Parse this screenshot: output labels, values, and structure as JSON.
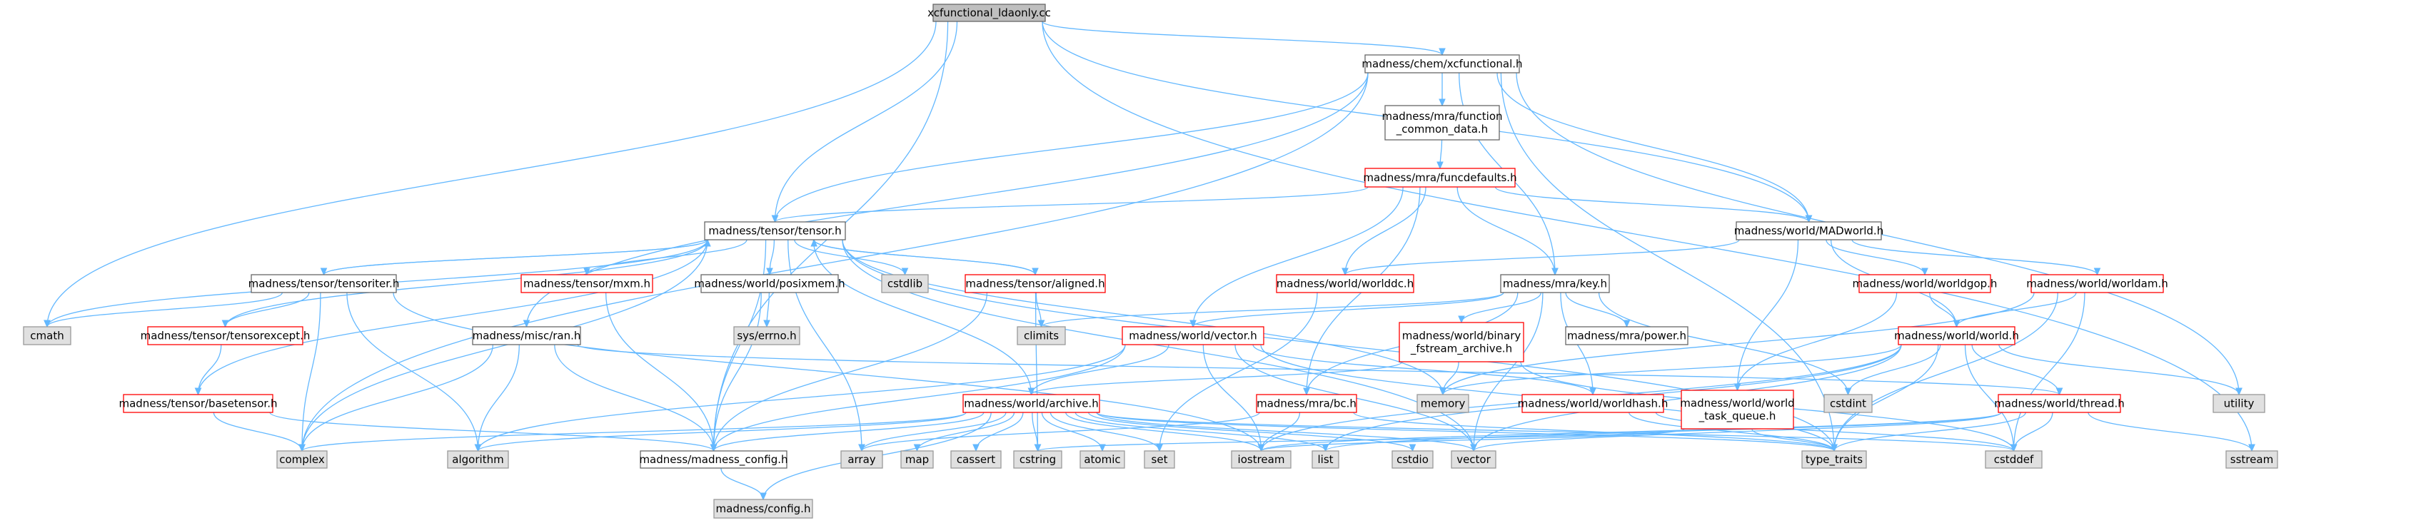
{
  "diagram": {
    "colors": {
      "edge": "#63b8ff",
      "box_stroke": "#666666",
      "root_fill": "#bfbfbf",
      "sys_fill": "#e0e0e0",
      "red_stroke": "#ff0000",
      "white_fill": "#ffffff"
    },
    "nodes": [
      {
        "id": "root",
        "lines": [
          "xcfunctional_ldaonly.cc"
        ],
        "style": "root"
      },
      {
        "id": "xcf",
        "lines": [
          "madness/chem/xcfunctional.h"
        ],
        "style": "white"
      },
      {
        "id": "fcd",
        "lines": [
          "madness/mra/function",
          "_common_data.h"
        ],
        "style": "white"
      },
      {
        "id": "fdef",
        "lines": [
          "madness/mra/funcdefaults.h"
        ],
        "style": "red"
      },
      {
        "id": "tensor",
        "lines": [
          "madness/tensor/tensor.h"
        ],
        "style": "white"
      },
      {
        "id": "madworld",
        "lines": [
          "madness/world/MADworld.h"
        ],
        "style": "white"
      },
      {
        "id": "titer",
        "lines": [
          "madness/tensor/tensoriter.h"
        ],
        "style": "white"
      },
      {
        "id": "mxm",
        "lines": [
          "madness/tensor/mxm.h"
        ],
        "style": "red"
      },
      {
        "id": "posix",
        "lines": [
          "madness/world/posixmem.h"
        ],
        "style": "white"
      },
      {
        "id": "cstdlib",
        "lines": [
          "cstdlib"
        ],
        "style": "sys"
      },
      {
        "id": "aligned",
        "lines": [
          "madness/tensor/aligned.h"
        ],
        "style": "red"
      },
      {
        "id": "worlddc",
        "lines": [
          "madness/world/worlddc.h"
        ],
        "style": "red"
      },
      {
        "id": "key",
        "lines": [
          "madness/mra/key.h"
        ],
        "style": "white"
      },
      {
        "id": "worldgop",
        "lines": [
          "madness/world/worldgop.h"
        ],
        "style": "red"
      },
      {
        "id": "worldam",
        "lines": [
          "madness/world/worldam.h"
        ],
        "style": "red"
      },
      {
        "id": "cmath",
        "lines": [
          "cmath"
        ],
        "style": "sys"
      },
      {
        "id": "texc",
        "lines": [
          "madness/tensor/tensorexcept.h"
        ],
        "style": "red"
      },
      {
        "id": "ran",
        "lines": [
          "madness/misc/ran.h"
        ],
        "style": "white"
      },
      {
        "id": "errno",
        "lines": [
          "sys/errno.h"
        ],
        "style": "sys"
      },
      {
        "id": "climits",
        "lines": [
          "climits"
        ],
        "style": "sys"
      },
      {
        "id": "vectorh",
        "lines": [
          "madness/world/vector.h"
        ],
        "style": "red"
      },
      {
        "id": "bfa",
        "lines": [
          "madness/world/binary",
          "_fstream_archive.h"
        ],
        "style": "red"
      },
      {
        "id": "power",
        "lines": [
          "madness/mra/power.h"
        ],
        "style": "white"
      },
      {
        "id": "world",
        "lines": [
          "madness/world/world.h"
        ],
        "style": "red"
      },
      {
        "id": "basetensor",
        "lines": [
          "madness/tensor/basetensor.h"
        ],
        "style": "red"
      },
      {
        "id": "archive",
        "lines": [
          "madness/world/archive.h"
        ],
        "style": "red"
      },
      {
        "id": "bc",
        "lines": [
          "madness/mra/bc.h"
        ],
        "style": "red"
      },
      {
        "id": "memory",
        "lines": [
          "memory"
        ],
        "style": "sys"
      },
      {
        "id": "worldhash",
        "lines": [
          "madness/world/worldhash.h"
        ],
        "style": "red"
      },
      {
        "id": "taskq",
        "lines": [
          "madness/world/world",
          "_task_queue.h"
        ],
        "style": "red"
      },
      {
        "id": "cstdint",
        "lines": [
          "cstdint"
        ],
        "style": "sys"
      },
      {
        "id": "thread",
        "lines": [
          "madness/world/thread.h"
        ],
        "style": "red"
      },
      {
        "id": "utility",
        "lines": [
          "utility"
        ],
        "style": "sys"
      },
      {
        "id": "complex",
        "lines": [
          "complex"
        ],
        "style": "sys"
      },
      {
        "id": "algorithm",
        "lines": [
          "algorithm"
        ],
        "style": "sys"
      },
      {
        "id": "mconfig",
        "lines": [
          "madness/madness_config.h"
        ],
        "style": "white"
      },
      {
        "id": "array",
        "lines": [
          "array"
        ],
        "style": "sys"
      },
      {
        "id": "map",
        "lines": [
          "map"
        ],
        "style": "sys"
      },
      {
        "id": "cassert",
        "lines": [
          "cassert"
        ],
        "style": "sys"
      },
      {
        "id": "cstring",
        "lines": [
          "cstring"
        ],
        "style": "sys"
      },
      {
        "id": "atomic",
        "lines": [
          "atomic"
        ],
        "style": "sys"
      },
      {
        "id": "set",
        "lines": [
          "set"
        ],
        "style": "sys"
      },
      {
        "id": "iostream",
        "lines": [
          "iostream"
        ],
        "style": "sys"
      },
      {
        "id": "list",
        "lines": [
          "list"
        ],
        "style": "sys"
      },
      {
        "id": "cstdio",
        "lines": [
          "cstdio"
        ],
        "style": "sys"
      },
      {
        "id": "vector",
        "lines": [
          "vector"
        ],
        "style": "sys"
      },
      {
        "id": "typetraits",
        "lines": [
          "type_traits"
        ],
        "style": "sys"
      },
      {
        "id": "cstddef",
        "lines": [
          "cstddef"
        ],
        "style": "sys"
      },
      {
        "id": "sstream",
        "lines": [
          "sstream"
        ],
        "style": "sys"
      },
      {
        "id": "config",
        "lines": [
          "madness/config.h"
        ],
        "style": "sys"
      }
    ],
    "edges": [
      [
        "root",
        "xcf"
      ],
      [
        "root",
        "tensor"
      ],
      [
        "root",
        "madworld"
      ],
      [
        "root",
        "cmath"
      ],
      [
        "root",
        "mconfig"
      ],
      [
        "root",
        "sstream"
      ],
      [
        "xcf",
        "fcd"
      ],
      [
        "xcf",
        "tensor"
      ],
      [
        "xcf",
        "madworld"
      ],
      [
        "xcf",
        "key"
      ],
      [
        "xcf",
        "ran"
      ],
      [
        "xcf",
        "utility"
      ],
      [
        "xcf",
        "complex"
      ],
      [
        "xcf",
        "typetraits"
      ],
      [
        "fcd",
        "fdef"
      ],
      [
        "fdef",
        "tensor"
      ],
      [
        "fdef",
        "madworld"
      ],
      [
        "fdef",
        "worlddc"
      ],
      [
        "fdef",
        "key"
      ],
      [
        "fdef",
        "vectorh"
      ],
      [
        "fdef",
        "bc"
      ],
      [
        "tensor",
        "titer"
      ],
      [
        "tensor",
        "mxm"
      ],
      [
        "tensor",
        "posix"
      ],
      [
        "tensor",
        "cstdlib"
      ],
      [
        "tensor",
        "aligned"
      ],
      [
        "tensor",
        "cmath"
      ],
      [
        "tensor",
        "texc"
      ],
      [
        "tensor",
        "basetensor"
      ],
      [
        "tensor",
        "archive"
      ],
      [
        "tensor",
        "complex"
      ],
      [
        "tensor",
        "mconfig"
      ],
      [
        "tensor",
        "array"
      ],
      [
        "tensor",
        "memory"
      ],
      [
        "tensor",
        "typetraits"
      ],
      [
        "tensor",
        "vector"
      ],
      [
        "titer",
        "tensor"
      ],
      [
        "titer",
        "cmath"
      ],
      [
        "titer",
        "texc"
      ],
      [
        "titer",
        "complex"
      ],
      [
        "titer",
        "algorithm"
      ],
      [
        "titer",
        "iostream"
      ],
      [
        "mxm",
        "mconfig"
      ],
      [
        "posix",
        "errno"
      ],
      [
        "posix",
        "mconfig"
      ],
      [
        "aligned",
        "tensor"
      ],
      [
        "aligned",
        "mconfig"
      ],
      [
        "aligned",
        "cstring"
      ],
      [
        "aligned",
        "climits"
      ],
      [
        "madworld",
        "worlddc"
      ],
      [
        "madworld",
        "worldgop"
      ],
      [
        "madworld",
        "worldam"
      ],
      [
        "madworld",
        "world"
      ],
      [
        "madworld",
        "taskq"
      ],
      [
        "worlddc",
        "set"
      ],
      [
        "key",
        "climits"
      ],
      [
        "key",
        "vectorh"
      ],
      [
        "key",
        "bfa"
      ],
      [
        "key",
        "power"
      ],
      [
        "key",
        "worldhash"
      ],
      [
        "key",
        "bc"
      ],
      [
        "key",
        "cstdint"
      ],
      [
        "key",
        "vector"
      ],
      [
        "worldgop",
        "world"
      ],
      [
        "worldgop",
        "taskq"
      ],
      [
        "worldam",
        "world"
      ],
      [
        "worldam",
        "memory"
      ],
      [
        "worldam",
        "cstddef"
      ],
      [
        "worldam",
        "typetraits"
      ],
      [
        "texc",
        "basetensor"
      ],
      [
        "ran",
        "mconfig"
      ],
      [
        "ran",
        "algorithm"
      ],
      [
        "ran",
        "complex"
      ],
      [
        "ran",
        "thread"
      ],
      [
        "vectorh",
        "archive"
      ],
      [
        "vectorh",
        "mconfig"
      ],
      [
        "vectorh",
        "iostream"
      ],
      [
        "vectorh",
        "vector"
      ],
      [
        "vectorh",
        "worldhash"
      ],
      [
        "vectorh",
        "algorithm"
      ],
      [
        "vectorh",
        "typetraits"
      ],
      [
        "bfa",
        "archive"
      ],
      [
        "bfa",
        "memory"
      ],
      [
        "bfa",
        "cstddef"
      ],
      [
        "world",
        "thread"
      ],
      [
        "world",
        "cstdint"
      ],
      [
        "world",
        "utility"
      ],
      [
        "world",
        "list"
      ],
      [
        "world",
        "iostream"
      ],
      [
        "world",
        "vector"
      ],
      [
        "world",
        "cstddef"
      ],
      [
        "world",
        "typetraits"
      ],
      [
        "world",
        "memory"
      ],
      [
        "basetensor",
        "mconfig"
      ],
      [
        "basetensor",
        "complex"
      ],
      [
        "archive",
        "mconfig"
      ],
      [
        "archive",
        "complex"
      ],
      [
        "archive",
        "array"
      ],
      [
        "archive",
        "map"
      ],
      [
        "archive",
        "cassert"
      ],
      [
        "archive",
        "cstring"
      ],
      [
        "archive",
        "atomic"
      ],
      [
        "archive",
        "set"
      ],
      [
        "archive",
        "iostream"
      ],
      [
        "archive",
        "list"
      ],
      [
        "archive",
        "cstdio"
      ],
      [
        "archive",
        "vector"
      ],
      [
        "archive",
        "typetraits"
      ],
      [
        "archive",
        "cstddef"
      ],
      [
        "archive",
        "config"
      ],
      [
        "archive",
        "algorithm"
      ],
      [
        "bc",
        "array"
      ],
      [
        "bc",
        "iostream"
      ],
      [
        "bc",
        "typetraits"
      ],
      [
        "worldhash",
        "typetraits"
      ],
      [
        "worldhash",
        "cstddef"
      ],
      [
        "taskq",
        "iostream"
      ],
      [
        "taskq",
        "typetraits"
      ],
      [
        "taskq",
        "cstring"
      ],
      [
        "thread",
        "iostream"
      ],
      [
        "thread",
        "list"
      ],
      [
        "thread",
        "vector"
      ],
      [
        "thread",
        "sstream"
      ],
      [
        "thread",
        "cstddef"
      ],
      [
        "thread",
        "typetraits"
      ],
      [
        "mconfig",
        "config"
      ]
    ]
  }
}
